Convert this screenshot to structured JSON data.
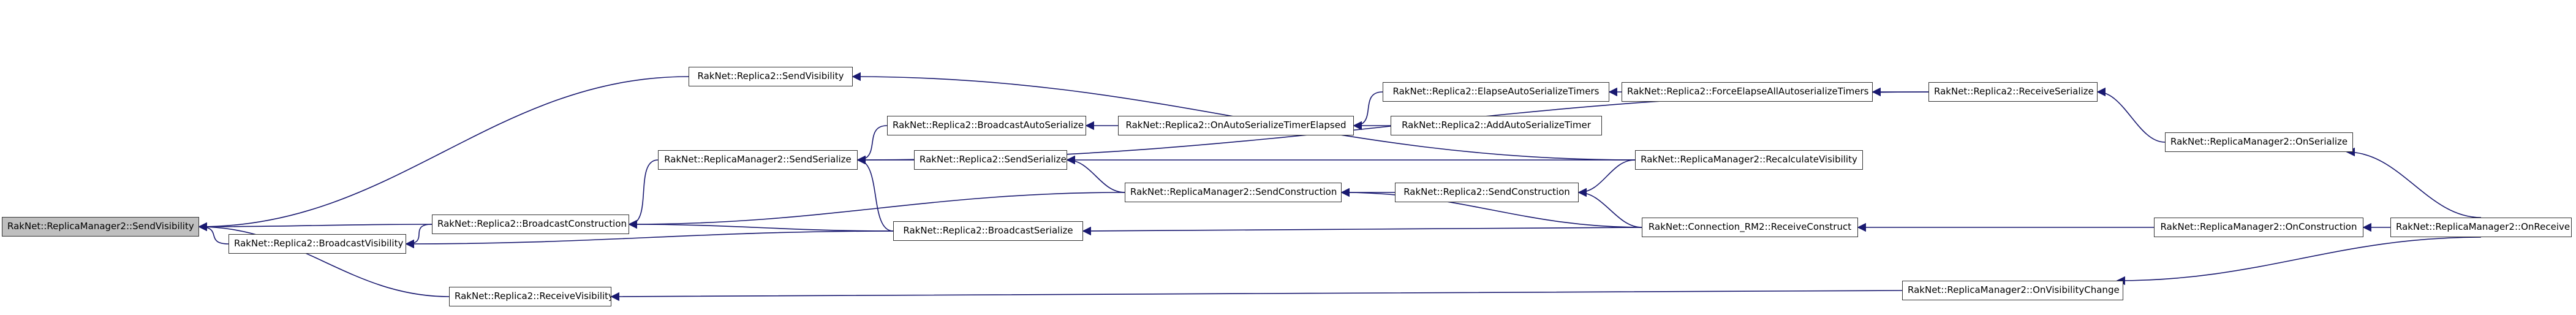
{
  "graph": {
    "nodes": {
      "send_visibility_root": "RakNet::ReplicaManager2::SendVisibility",
      "broadcast_visibility": "RakNet::Replica2::BroadcastVisibility",
      "broadcast_construction": "RakNet::Replica2::BroadcastConstruction",
      "receive_visibility": "RakNet::Replica2::ReceiveVisibility",
      "replica_send_visibility": "RakNet::Replica2::SendVisibility",
      "rm2_send_serialize": "RakNet::ReplicaManager2::SendSerialize",
      "broadcast_auto_serialize": "RakNet::Replica2::BroadcastAutoSerialize",
      "replica_send_serialize": "RakNet::Replica2::SendSerialize",
      "rm2_send_construction": "RakNet::ReplicaManager2::SendConstruction",
      "broadcast_serialize": "RakNet::Replica2::BroadcastSerialize",
      "on_auto_serialize_timer_elapsed": "RakNet::Replica2::OnAutoSerializeTimerElapsed",
      "elapse_auto_serialize_timers": "RakNet::Replica2::ElapseAutoSerializeTimers",
      "add_auto_serialize_timer": "RakNet::Replica2::AddAutoSerializeTimer",
      "replica_send_construction": "RakNet::Replica2::SendConstruction",
      "force_elapse_all": "RakNet::Replica2::ForceElapseAllAutoserializeTimers",
      "recalculate_visibility": "RakNet::ReplicaManager2::RecalculateVisibility",
      "receive_construct": "RakNet::Connection_RM2::ReceiveConstruct",
      "receive_serialize": "RakNet::Replica2::ReceiveSerialize",
      "on_visibility_change": "RakNet::ReplicaManager2::OnVisibilityChange",
      "on_serialize": "RakNet::ReplicaManager2::OnSerialize",
      "on_construction": "RakNet::ReplicaManager2::OnConstruction",
      "on_receive": "RakNet::ReplicaManager2::OnReceive"
    },
    "edges": [
      [
        "broadcast_visibility",
        "send_visibility_root"
      ],
      [
        "broadcast_construction",
        "send_visibility_root"
      ],
      [
        "receive_visibility",
        "send_visibility_root"
      ],
      [
        "replica_send_visibility",
        "send_visibility_root"
      ],
      [
        "broadcast_construction",
        "broadcast_visibility"
      ],
      [
        "broadcast_serialize",
        "broadcast_visibility"
      ],
      [
        "rm2_send_serialize",
        "broadcast_construction"
      ],
      [
        "rm2_send_construction",
        "broadcast_construction"
      ],
      [
        "broadcast_serialize",
        "broadcast_construction"
      ],
      [
        "on_visibility_change",
        "receive_visibility"
      ],
      [
        "recalculate_visibility",
        "replica_send_visibility"
      ],
      [
        "broadcast_auto_serialize",
        "rm2_send_serialize"
      ],
      [
        "replica_send_serialize",
        "rm2_send_serialize"
      ],
      [
        "broadcast_serialize",
        "rm2_send_serialize"
      ],
      [
        "receive_serialize",
        "rm2_send_serialize"
      ],
      [
        "on_auto_serialize_timer_elapsed",
        "broadcast_auto_serialize"
      ],
      [
        "elapse_auto_serialize_timers",
        "on_auto_serialize_timer_elapsed"
      ],
      [
        "add_auto_serialize_timer",
        "on_auto_serialize_timer_elapsed"
      ],
      [
        "force_elapse_all",
        "elapse_auto_serialize_timers"
      ],
      [
        "receive_serialize",
        "force_elapse_all"
      ],
      [
        "recalculate_visibility",
        "replica_send_serialize"
      ],
      [
        "rm2_send_construction",
        "replica_send_serialize"
      ],
      [
        "replica_send_construction",
        "rm2_send_construction"
      ],
      [
        "receive_construct",
        "rm2_send_construction"
      ],
      [
        "recalculate_visibility",
        "replica_send_construction"
      ],
      [
        "receive_construct",
        "replica_send_construction"
      ],
      [
        "receive_construct",
        "broadcast_serialize"
      ],
      [
        "on_serialize",
        "receive_serialize"
      ],
      [
        "on_construction",
        "receive_construct"
      ],
      [
        "on_receive",
        "on_construction"
      ],
      [
        "on_receive",
        "on_serialize"
      ],
      [
        "on_receive",
        "on_visibility_change"
      ]
    ]
  }
}
